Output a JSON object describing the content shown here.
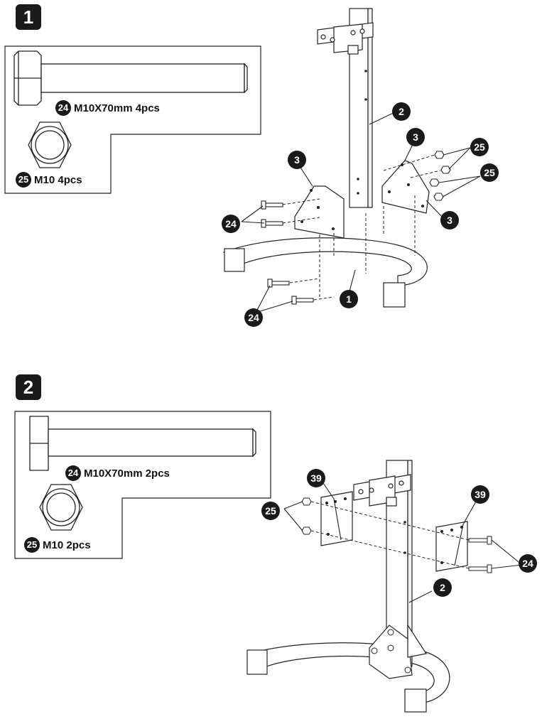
{
  "step1": {
    "number": "1",
    "bolt": {
      "id": "24",
      "label": "M10X70mm 4pcs"
    },
    "nut": {
      "id": "25",
      "label": "M10 4pcs"
    },
    "callouts": {
      "base": "1",
      "upright": "2",
      "plate_left": "3",
      "plate_right_top": "3",
      "plate_right_bottom": "3",
      "bolts_top": "24",
      "bolts_bottom": "24",
      "nuts_a": "25",
      "nuts_b": "25"
    }
  },
  "step2": {
    "number": "2",
    "bolt": {
      "id": "24",
      "label": "M10X70mm 2pcs"
    },
    "nut": {
      "id": "25",
      "label": "M10 2pcs"
    },
    "callouts": {
      "plate_left": "39",
      "plate_right": "39",
      "nuts": "25",
      "bolts": "24",
      "upright": "2"
    }
  },
  "colors": {
    "ink": "#1a1a1a",
    "background": "#ffffff"
  }
}
